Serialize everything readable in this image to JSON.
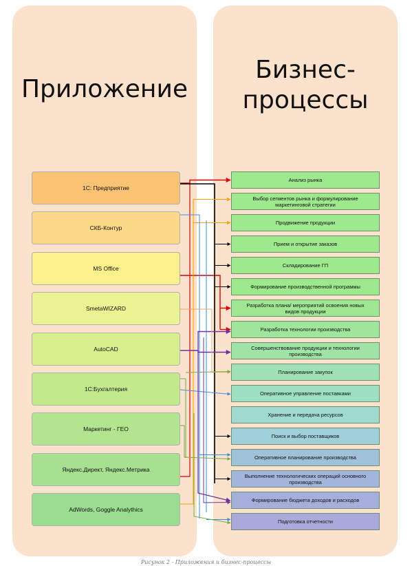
{
  "left_panel": {
    "title": "Приложение"
  },
  "right_panel": {
    "title_line1": "Бизнес-",
    "title_line2": "процессы"
  },
  "applications": [
    {
      "label": "1С: Предприятие",
      "color": "#f9c373"
    },
    {
      "label": "СКБ-Контур",
      "color": "#fcd889"
    },
    {
      "label": "MS Office",
      "color": "#fbf08c"
    },
    {
      "label": "SmetaWIZARD",
      "color": "#ecf392"
    },
    {
      "label": "AutoCAD",
      "color": "#d6ee8c"
    },
    {
      "label": "1С:Бухгалтерия",
      "color": "#c3e98d"
    },
    {
      "label": "Маркетинг - ГЕО",
      "color": "#b3e48f"
    },
    {
      "label": "Яндекс.Директ, Яндекс.Метрика",
      "color": "#a6e090"
    },
    {
      "label": "AdWords, Goggle Analythics",
      "color": "#9adc90"
    }
  ],
  "processes": [
    {
      "label": "Анализ рынка",
      "color": "#9ee88e"
    },
    {
      "label": "Выбор сегментов рынка и формулирование маркетинговой стратегии",
      "color": "#9ee88e"
    },
    {
      "label": "Продвижение продукции",
      "color": "#9ee88e"
    },
    {
      "label": "Прием и открытие заказов",
      "color": "#9ee88e"
    },
    {
      "label": "Складирование ГП",
      "color": "#9ee88e"
    },
    {
      "label": "Формирование производственной программы",
      "color": "#9ee88e"
    },
    {
      "label": "Разработка плана/ мероприятий освоения новых видов продукции",
      "color": "#9fe792"
    },
    {
      "label": "Разработка технологии производства",
      "color": "#9fe59b"
    },
    {
      "label": "Совершенствование продукции и технологии производства",
      "color": "#9fe3a6"
    },
    {
      "label": "Планирование закупок",
      "color": "#9fe1b4"
    },
    {
      "label": "Оперативное управление поставками",
      "color": "#9edec2"
    },
    {
      "label": "Хранение и передача ресурсов",
      "color": "#9fd9cf"
    },
    {
      "label": "Поиск и выбор поставщиков",
      "color": "#9fcfd8"
    },
    {
      "label": "Оперативное планирование производства",
      "color": "#a0c1da"
    },
    {
      "label": "Выполнение технологических операций основного производства",
      "color": "#a3b5da"
    },
    {
      "label": "Формирование бюджета доходов и расходов",
      "color": "#a6aedb"
    },
    {
      "label": "Подготовка отчетности",
      "color": "#a9aadb"
    }
  ],
  "caption": "Рисунок 2 - Приложения и бизнес-процессы",
  "link_colors": {
    "red": "#e00000",
    "black": "#000000",
    "orange": "#ffa000",
    "blue": "#3c8ce0",
    "purple": "#7030a0",
    "peach": "#f4a460",
    "green": "#70ad47"
  }
}
